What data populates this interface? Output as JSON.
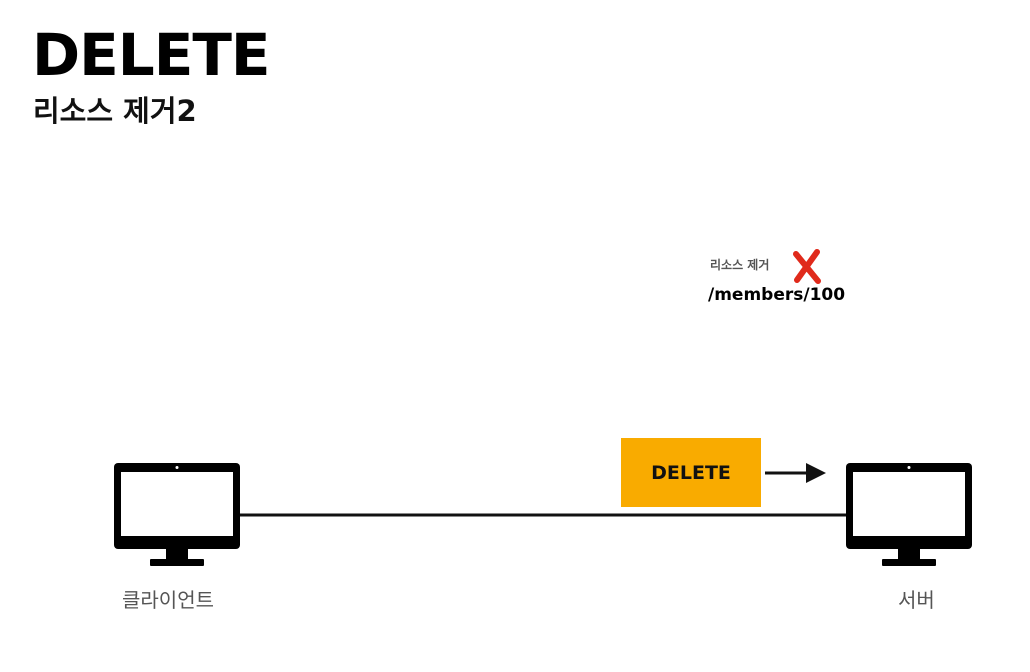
{
  "header": {
    "title": "DELETE",
    "subtitle": "리소스 제거2"
  },
  "resource": {
    "label": "리소스 제거",
    "path": "/members/100",
    "mark_icon": "cross-mark-icon",
    "mark_color": "#E02A1B"
  },
  "request": {
    "method": "DELETE",
    "box_color": "#F9AB00"
  },
  "nodes": {
    "client_label": "클라이언트",
    "server_label": "서버",
    "icon": "monitor-icon"
  }
}
